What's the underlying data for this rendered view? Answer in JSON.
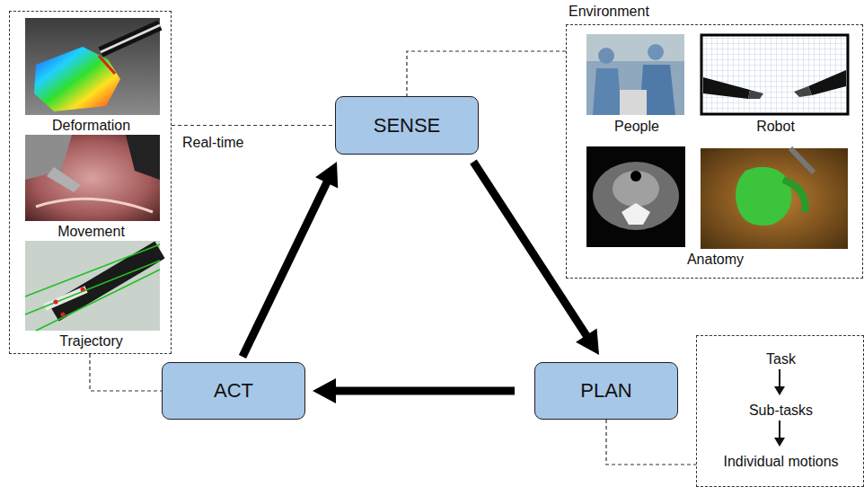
{
  "diagram": {
    "nodes": [
      {
        "text": [
          "Deformation",
          "Movement",
          "Trajectory"
        ]
      },
      {
        "text": [
          "SENSE"
        ]
      },
      {
        "text": [
          "Environment",
          "People",
          "Robot",
          "Anatomy"
        ]
      },
      {
        "text": [
          "ACT"
        ]
      },
      {
        "text": [
          "PLAN"
        ]
      },
      {
        "text": [
          "Task",
          "Sub-tasks",
          "Individual motions"
        ]
      }
    ],
    "edges": [
      {
        "from": 1,
        "to": 4,
        "arrow": "to"
      },
      {
        "from": 4,
        "to": 3,
        "arrow": "to"
      },
      {
        "from": 3,
        "to": 1,
        "arrow": "to"
      },
      {
        "from": 0,
        "to": 1,
        "label": "Real-time",
        "arrow": "none"
      },
      {
        "from": 0,
        "to": 3,
        "arrow": "none"
      },
      {
        "from": 2,
        "to": 1,
        "arrow": "none"
      },
      {
        "from": 4,
        "to": 5,
        "arrow": "none"
      }
    ]
  }
}
